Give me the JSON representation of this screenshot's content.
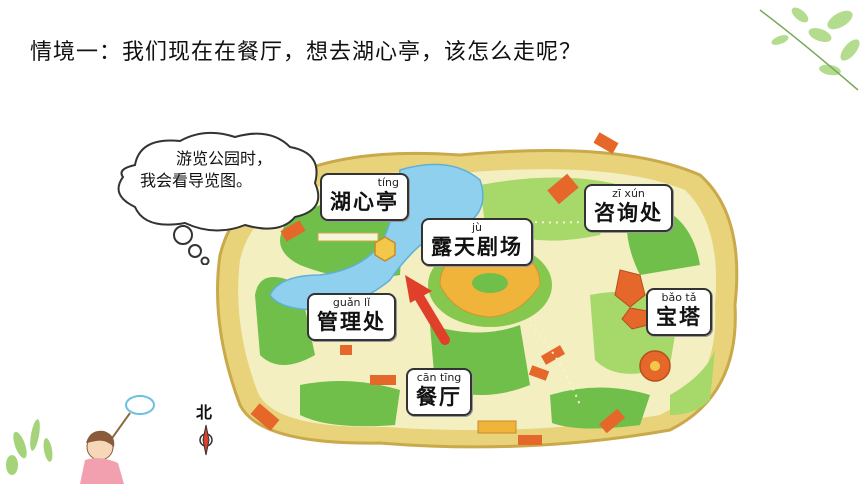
{
  "title": "情境一：我们现在在餐厅，想去湖心亭，该怎么走呢？",
  "thought_bubble": {
    "line1": "游览公园时，",
    "line2": "我会看导览图。"
  },
  "compass": {
    "label": "北"
  },
  "places": {
    "huxinting": {
      "pinyin": "tíng",
      "name": "湖心亭"
    },
    "lutianjuchang": {
      "pinyin": "jù",
      "name": "露天剧场"
    },
    "zixunchu": {
      "pinyin": "zī xún",
      "name": "咨询处"
    },
    "baota": {
      "pinyin": "bǎo tǎ",
      "name": "宝塔"
    },
    "guanlichu": {
      "pinyin": "guǎn lǐ",
      "name": "管理处"
    },
    "canting": {
      "pinyin": "cān tīng",
      "name": "餐厅"
    }
  },
  "colors": {
    "park_border": "#e8d27a",
    "grass": "#6fbf4a",
    "light_grass": "#a6d86a",
    "water": "#8fd0ee",
    "path": "#f3efc0",
    "roof": "#e6672a",
    "arrow": "#e0402a",
    "leaf": "#9ccf6c"
  }
}
